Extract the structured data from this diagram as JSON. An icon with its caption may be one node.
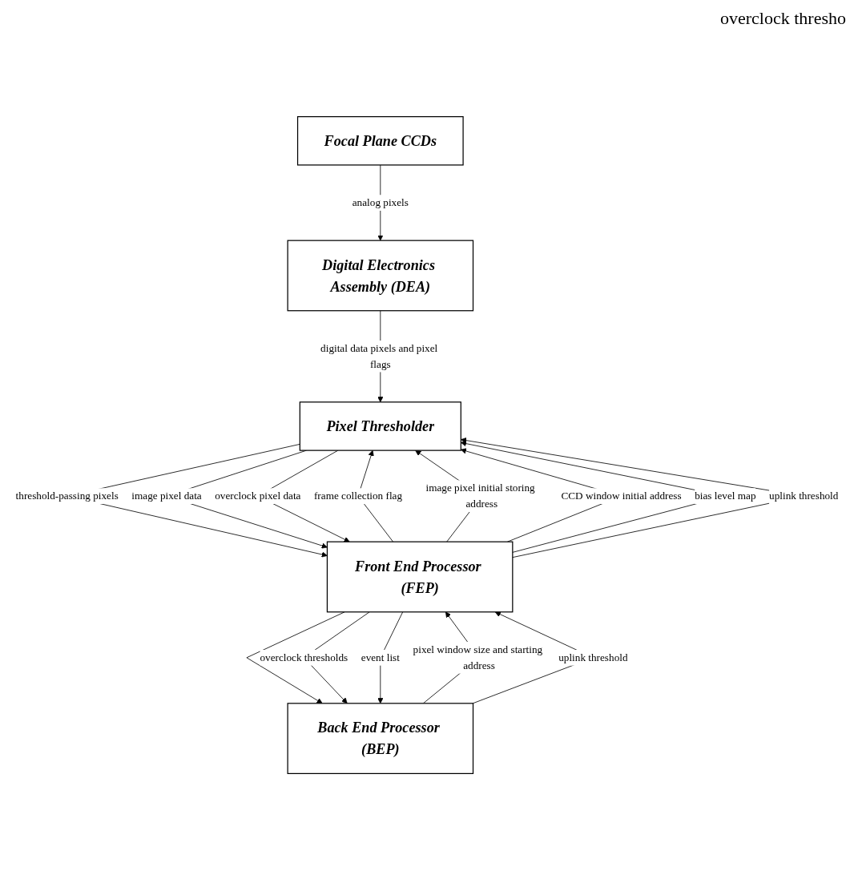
{
  "diagram": {
    "nodes": [
      {
        "text": [
          "Focal Plane CCDs"
        ]
      },
      {
        "text": [
          "Digital Electronics Assembly (DEA)"
        ]
      },
      {
        "text": [
          "Pixel Thresholder"
        ]
      },
      {
        "text": [
          "Front End Processor (FEP)"
        ]
      },
      {
        "text": [
          "Back End Processor (BEP)"
        ]
      }
    ],
    "edges": [
      {
        "from": 0,
        "to": 1,
        "arrow": "to",
        "label": "analog pixels"
      },
      {
        "from": 1,
        "to": 2,
        "arrow": "to",
        "label": "digital data pixels and pixel flags"
      },
      {
        "from": 3,
        "to": 2,
        "arrow": "to",
        "label": "frame collection flag"
      },
      {
        "from": 3,
        "to": 2,
        "arrow": "to",
        "label": "image pixel initial storing address"
      },
      {
        "from": 3,
        "to": 2,
        "arrow": "to",
        "label": "CCD window initial address"
      },
      {
        "from": 3,
        "to": 2,
        "arrow": "to",
        "label": "bias level map"
      },
      {
        "from": 3,
        "to": 2,
        "arrow": "to",
        "label": "uplink threshold"
      },
      {
        "from": 2,
        "to": 3,
        "arrow": "to",
        "label": "threshold-passing pixels"
      },
      {
        "from": 2,
        "to": 3,
        "arrow": "to",
        "label": "image pixel data"
      },
      {
        "from": 2,
        "to": 3,
        "arrow": "to",
        "label": "overclock pixel data"
      },
      {
        "from": 4,
        "to": 3,
        "arrow": "to",
        "label": "pixel window size and starting address"
      },
      {
        "from": 4,
        "to": 3,
        "arrow": "to",
        "label": "uplink threshold"
      },
      {
        "from": 3,
        "to": 4,
        "arrow": "to"
      },
      {
        "from": 3,
        "to": 4,
        "arrow": "to",
        "label": "overclock thresholds"
      },
      {
        "from": 3,
        "to": 4,
        "arrow": "to",
        "label": "event list"
      }
    ],
    "labels": [
      "overclock thresho"
    ]
  }
}
